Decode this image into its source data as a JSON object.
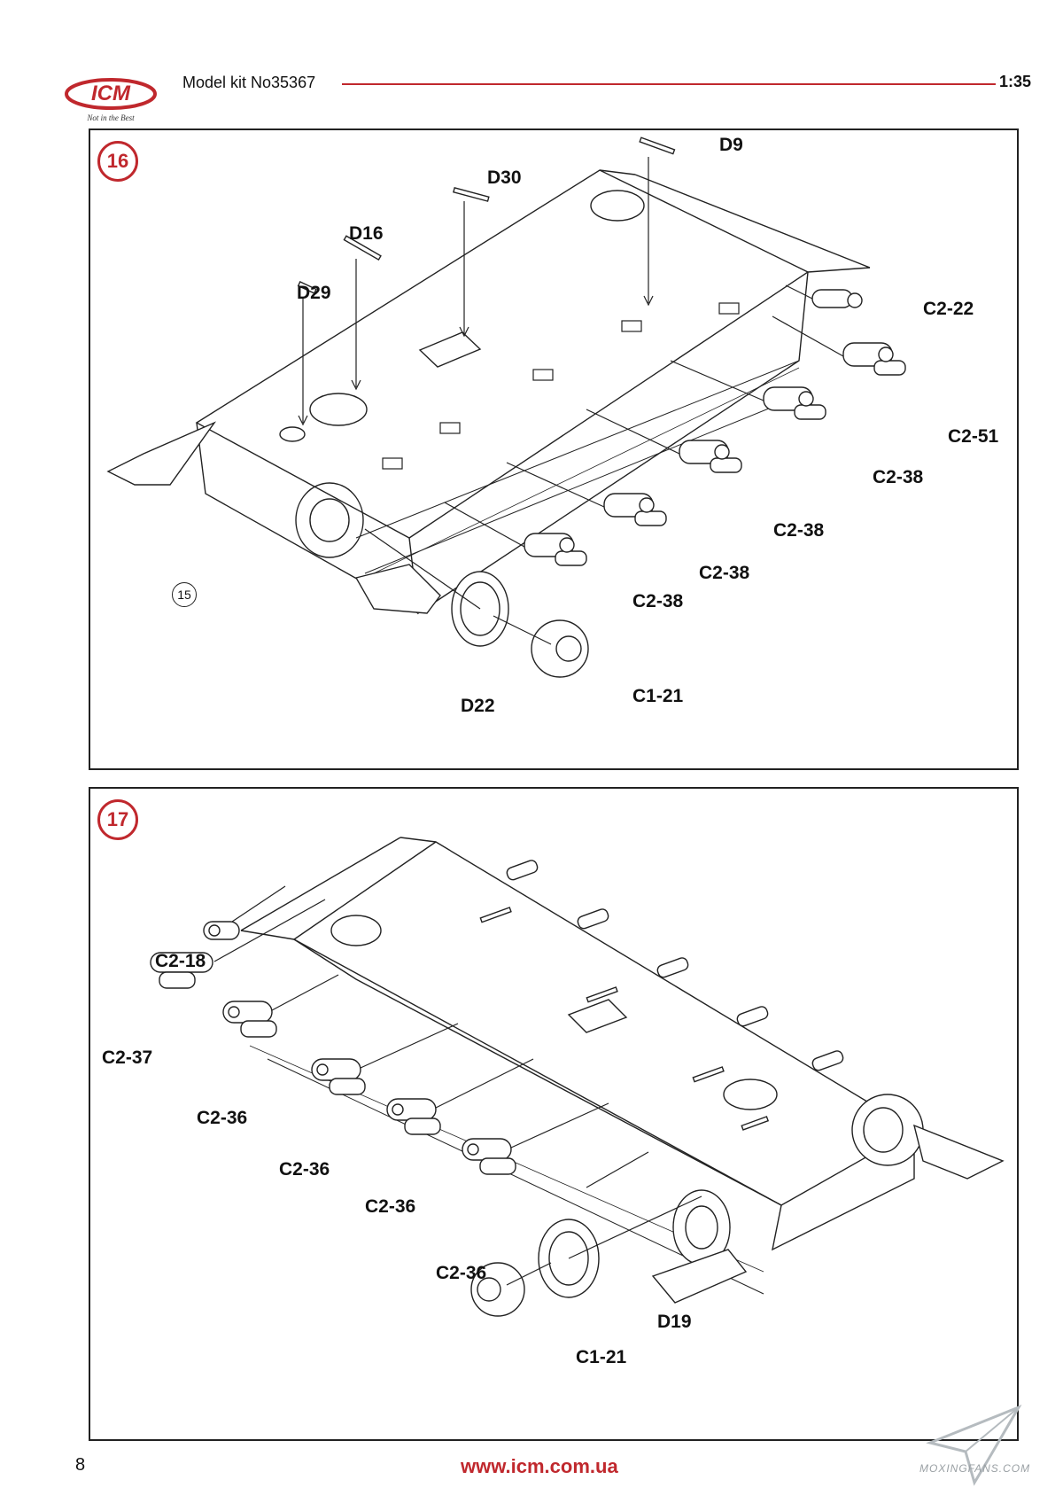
{
  "header": {
    "brand": "ICM",
    "tagline": "Not in the Best",
    "kit_title": "Model kit No35367",
    "scale": "1:35",
    "accent_color": "#c0282d"
  },
  "steps": [
    {
      "number": "16",
      "reference": "15",
      "labels": {
        "D9": "D9",
        "D30": "D30",
        "D16": "D16",
        "D29": "D29",
        "C2_22": "C2-22",
        "C2_51": "C2-51",
        "C2_38_a": "C2-38",
        "C2_38_b": "C2-38",
        "C2_38_c": "C2-38",
        "C2_38_d": "C2-38",
        "D22": "D22",
        "C1_21": "C1-21"
      }
    },
    {
      "number": "17",
      "labels": {
        "C2_18": "C2-18",
        "C2_37": "C2-37",
        "C2_36_a": "C2-36",
        "C2_36_b": "C2-36",
        "C2_36_c": "C2-36",
        "C2_36_d": "C2-36",
        "D19": "D19",
        "C1_21": "C1-21"
      }
    }
  ],
  "footer": {
    "page_number": "8",
    "website": "www.icm.com.ua",
    "watermark": "MOXINGFANS.COM"
  }
}
